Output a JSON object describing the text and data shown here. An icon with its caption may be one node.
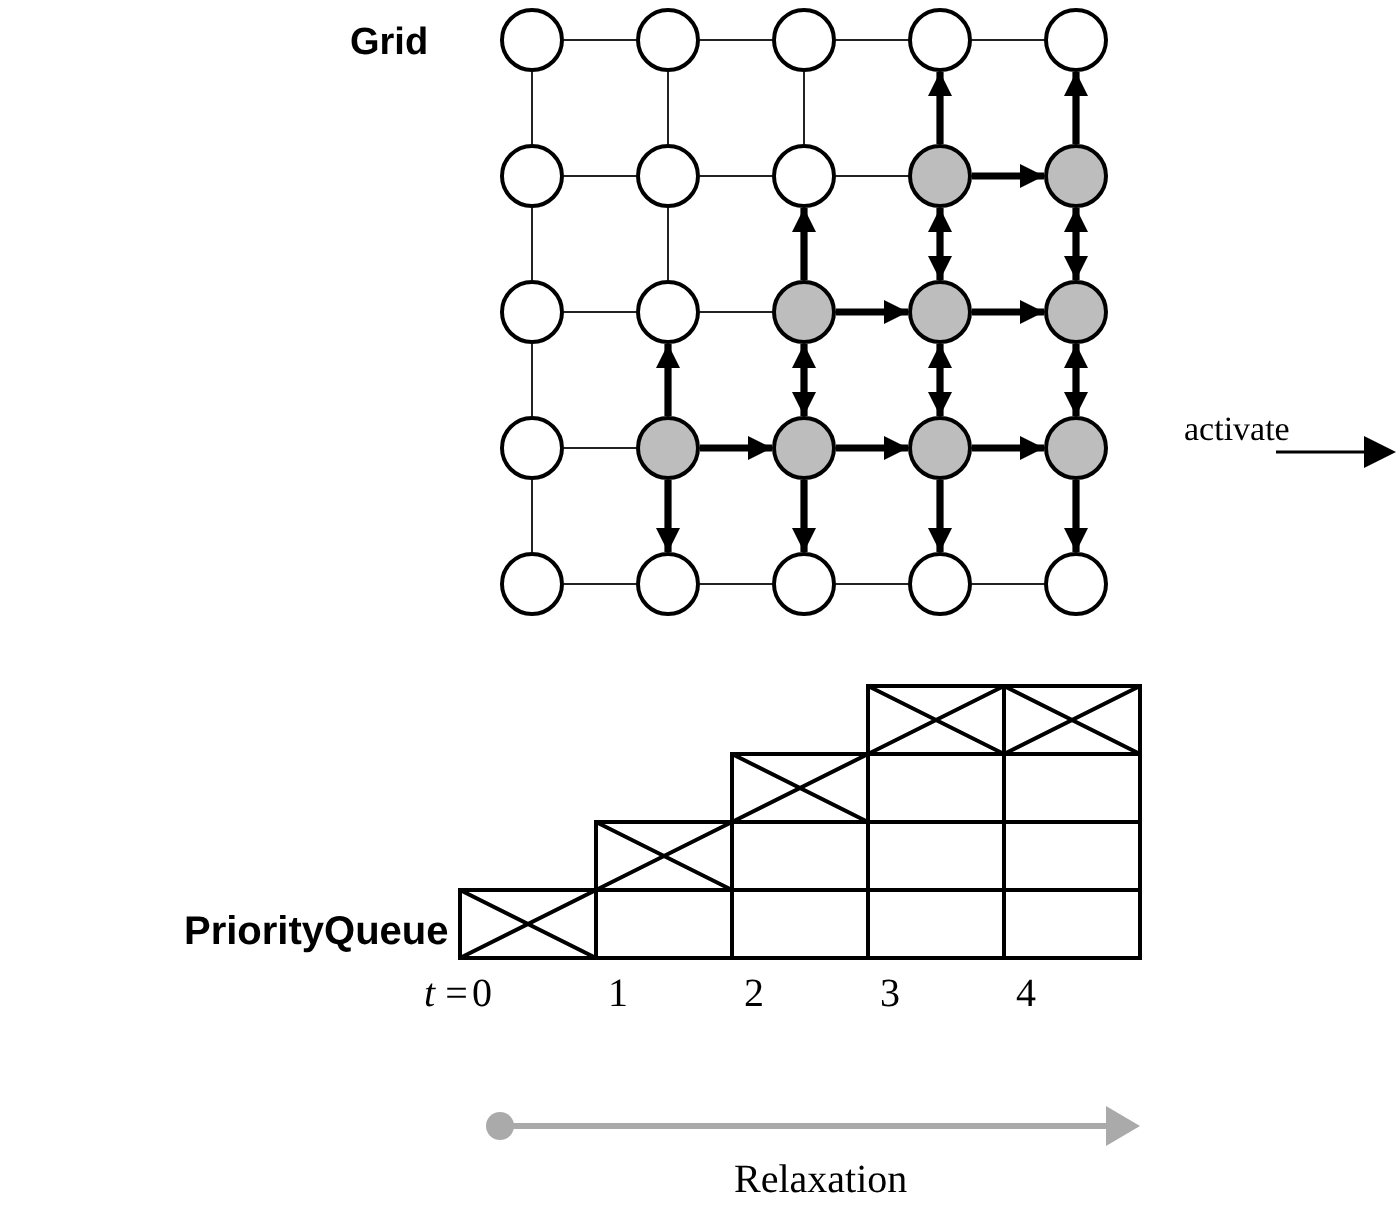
{
  "diagram": {
    "nodes": [
      {
        "text": [],
        "shape": "circle"
      },
      {
        "text": [],
        "shape": "circle"
      },
      {
        "text": [],
        "shape": "circle"
      },
      {
        "text": [],
        "shape": "circle"
      },
      {
        "text": [],
        "shape": "circle"
      },
      {
        "text": [],
        "shape": "circle"
      },
      {
        "text": [],
        "shape": "circle"
      },
      {
        "text": [],
        "shape": "circle"
      },
      {
        "text": [],
        "shape": "circle"
      },
      {
        "text": [],
        "shape": "circle"
      },
      {
        "text": [],
        "shape": "circle"
      },
      {
        "text": [],
        "shape": "circle"
      },
      {
        "text": [],
        "shape": "circle"
      },
      {
        "text": [],
        "shape": "circle"
      },
      {
        "text": [],
        "shape": "circle"
      },
      {
        "text": [],
        "shape": "circle"
      },
      {
        "text": [],
        "shape": "circle"
      },
      {
        "text": [],
        "shape": "circle"
      },
      {
        "text": [],
        "shape": "circle"
      },
      {
        "text": [],
        "shape": "circle"
      },
      {
        "text": [],
        "shape": "circle"
      },
      {
        "text": [],
        "shape": "circle"
      },
      {
        "text": [],
        "shape": "circle"
      },
      {
        "text": [],
        "shape": "circle"
      },
      {
        "text": [],
        "shape": "circle"
      }
    ],
    "edges": [
      {
        "from": 0,
        "to": 1,
        "arrow": "none"
      },
      {
        "from": 1,
        "to": 2,
        "arrow": "none"
      },
      {
        "from": 2,
        "to": 3,
        "arrow": "none"
      },
      {
        "from": 3,
        "to": 4,
        "arrow": "none"
      },
      {
        "from": 5,
        "to": 6,
        "arrow": "none"
      },
      {
        "from": 6,
        "to": 7,
        "arrow": "none"
      },
      {
        "from": 7,
        "to": 8,
        "arrow": "none"
      },
      {
        "from": 8,
        "to": 9,
        "arrow": "to",
        "style": "thick"
      },
      {
        "from": 10,
        "to": 11,
        "arrow": "none"
      },
      {
        "from": 11,
        "to": 12,
        "arrow": "none"
      },
      {
        "from": 12,
        "to": 13,
        "arrow": "to",
        "style": "thick"
      },
      {
        "from": 13,
        "to": 14,
        "arrow": "to",
        "style": "thick"
      },
      {
        "from": 15,
        "to": 16,
        "arrow": "none"
      },
      {
        "from": 16,
        "to": 17,
        "arrow": "to",
        "style": "thick"
      },
      {
        "from": 17,
        "to": 18,
        "arrow": "to",
        "style": "thick"
      },
      {
        "from": 18,
        "to": 19,
        "arrow": "to",
        "style": "thick"
      },
      {
        "from": 20,
        "to": 21,
        "arrow": "none"
      },
      {
        "from": 21,
        "to": 22,
        "arrow": "none"
      },
      {
        "from": 22,
        "to": 23,
        "arrow": "none"
      },
      {
        "from": 23,
        "to": 24,
        "arrow": "none"
      },
      {
        "from": 0,
        "to": 5,
        "arrow": "none"
      },
      {
        "from": 5,
        "to": 10,
        "arrow": "none"
      },
      {
        "from": 10,
        "to": 15,
        "arrow": "none"
      },
      {
        "from": 15,
        "to": 20,
        "arrow": "none"
      },
      {
        "from": 1,
        "to": 6,
        "arrow": "none"
      },
      {
        "from": 6,
        "to": 11,
        "arrow": "none"
      },
      {
        "from": 16,
        "to": 11,
        "arrow": "to",
        "style": "thick"
      },
      {
        "from": 16,
        "to": 21,
        "arrow": "to",
        "style": "thick"
      },
      {
        "from": 2,
        "to": 7,
        "arrow": "none"
      },
      {
        "from": 12,
        "to": 7,
        "arrow": "to",
        "style": "thick"
      },
      {
        "from": 12,
        "to": 17,
        "arrow": "both",
        "style": "thick"
      },
      {
        "from": 17,
        "to": 22,
        "arrow": "to",
        "style": "thick"
      },
      {
        "from": 8,
        "to": 3,
        "arrow": "to",
        "style": "thick"
      },
      {
        "from": 8,
        "to": 13,
        "arrow": "both",
        "style": "thick"
      },
      {
        "from": 13,
        "to": 18,
        "arrow": "both",
        "style": "thick"
      },
      {
        "from": 18,
        "to": 23,
        "arrow": "to",
        "style": "thick"
      },
      {
        "from": 9,
        "to": 4,
        "arrow": "to",
        "style": "thick"
      },
      {
        "from": 9,
        "to": 14,
        "arrow": "both",
        "style": "thick"
      },
      {
        "from": 14,
        "to": 19,
        "arrow": "both",
        "style": "thick"
      },
      {
        "from": 19,
        "to": 24,
        "arrow": "to",
        "style": "thick"
      }
    ],
    "labels": [
      "Grid",
      "activate",
      "PriorityQueue",
      "*t* =",
      "0",
      "1",
      "2",
      "3",
      "4",
      "Relaxation"
    ]
  }
}
